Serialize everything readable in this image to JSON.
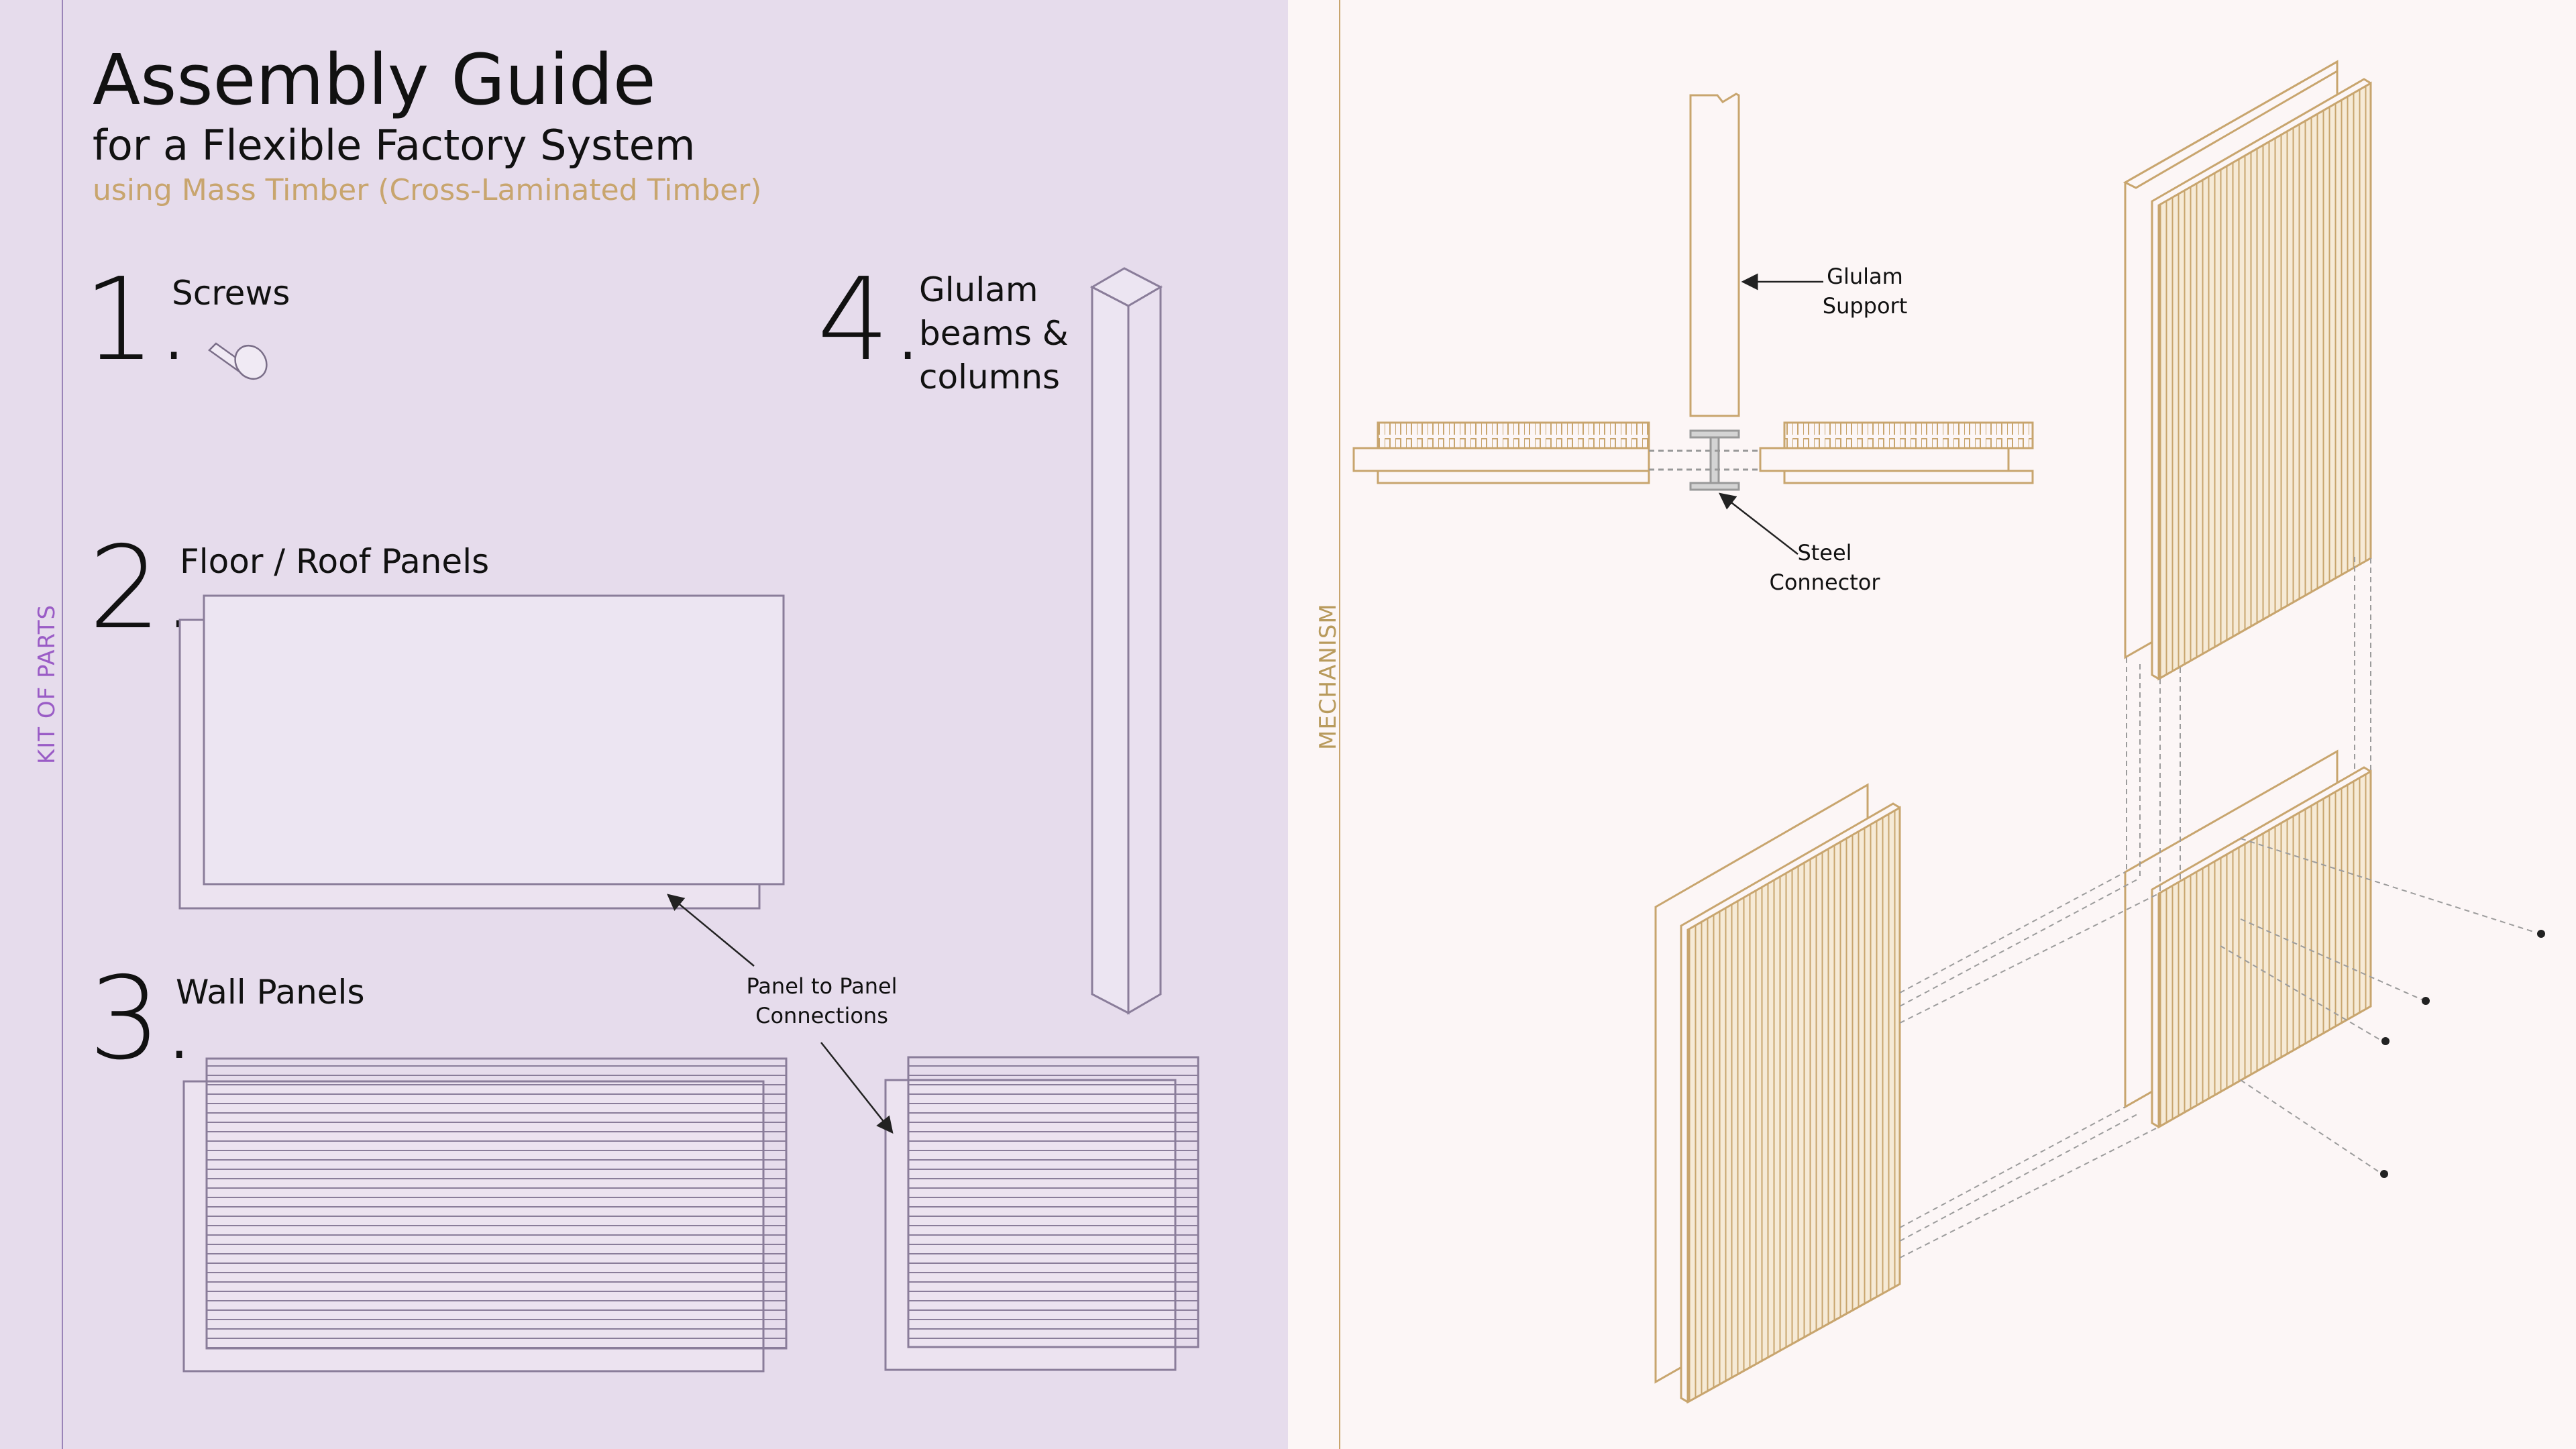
{
  "title": "Assembly Guide",
  "subtitle": "for a Flexible Factory System",
  "material": "using Mass Timber (Cross-Laminated Timber)",
  "left_panel": {
    "side_label": "KIT OF PARTS",
    "items": [
      {
        "number": "1.",
        "label": "Screws"
      },
      {
        "number": "2.",
        "label": "Floor / Roof Panels"
      },
      {
        "number": "3.",
        "label": "Wall Panels"
      },
      {
        "number": "4.",
        "label": "Glulam\nbeams &\ncolumns"
      }
    ],
    "annotation": "Panel to Panel\nConnections"
  },
  "right_panel": {
    "side_label": "MECHANISM",
    "annotations": [
      "Glulam\nSupport",
      "Steel\nConnector"
    ]
  },
  "colors": {
    "left_bg": "#e6dcec",
    "right_bg": "#fcf6f6",
    "purple_accent": "#9a5cc6",
    "timber_gold": "#c8a56e",
    "line_purple": "#8a7d9a"
  }
}
